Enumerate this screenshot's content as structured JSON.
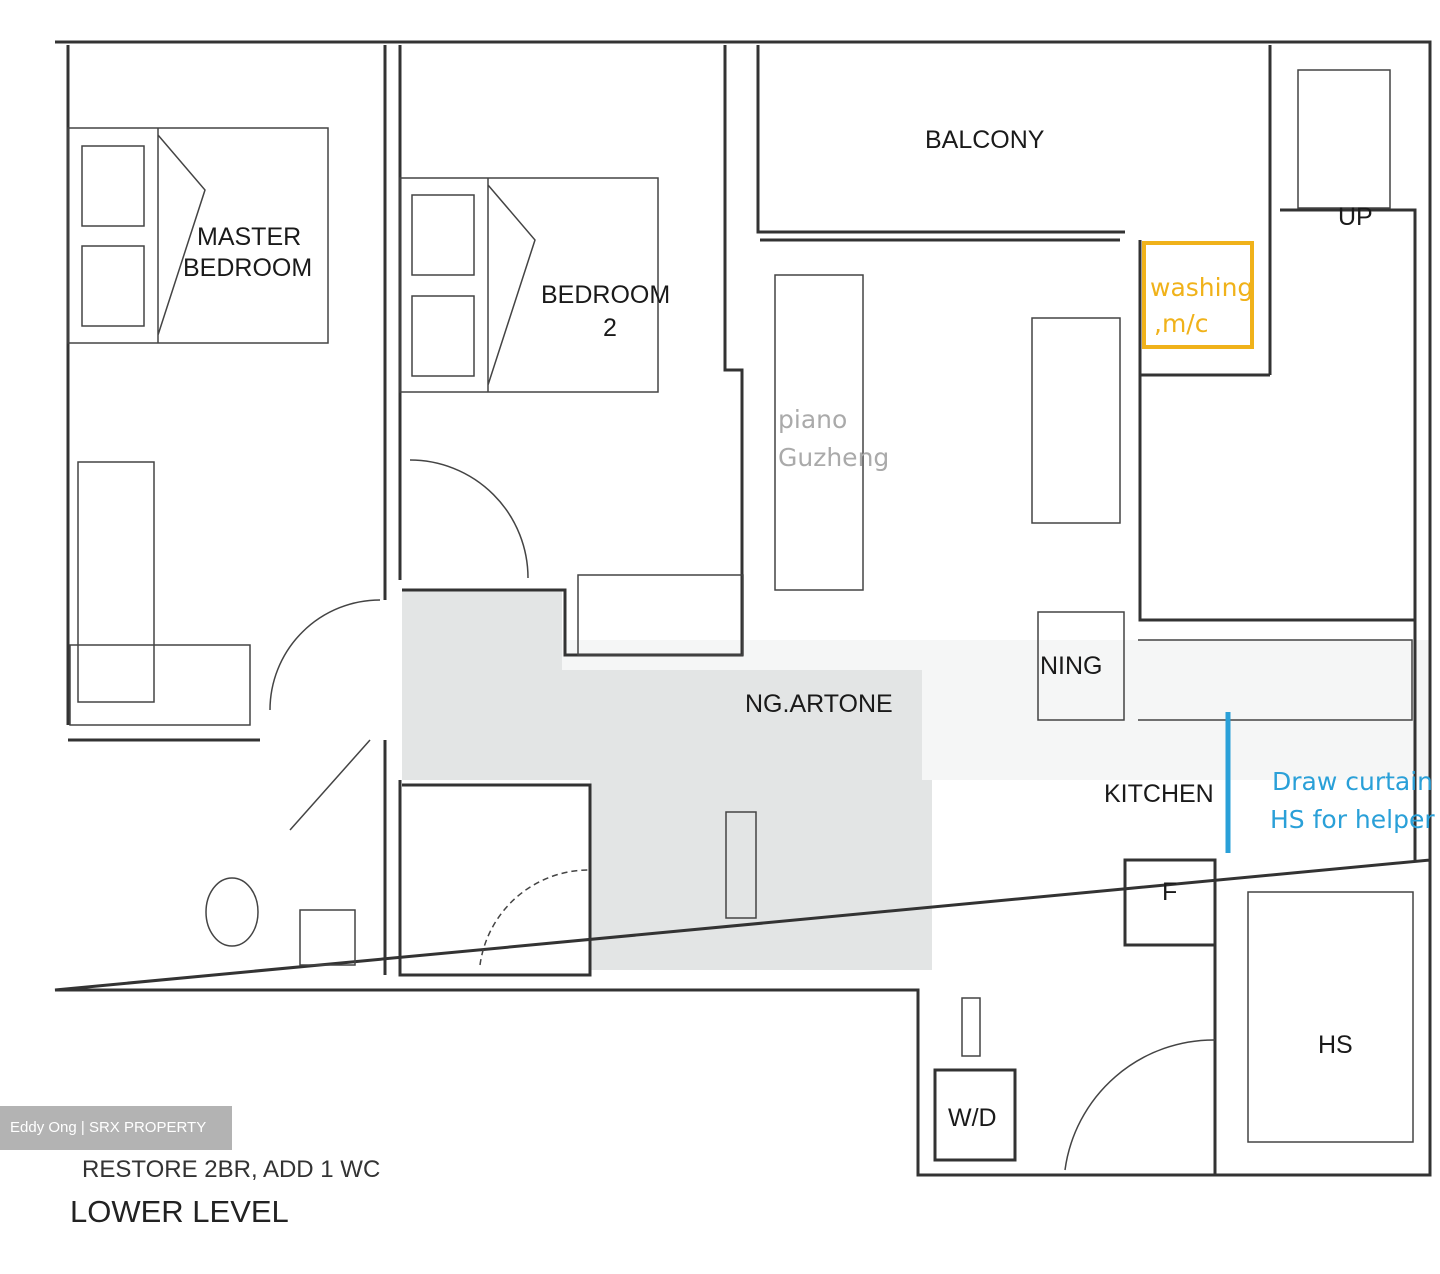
{
  "rooms": {
    "master_bedroom": [
      "MASTER",
      "BEDROOM"
    ],
    "bedroom2": [
      "BEDROOM",
      "2"
    ],
    "balcony": "BALCONY",
    "up": "UP",
    "dining": "NING",
    "kitchen": "KITCHEN",
    "fridge": "F",
    "hs": "HS",
    "wd": "W/D"
  },
  "annotations": {
    "washing": [
      "washing",
      ",m/c"
    ],
    "piano": [
      "piano",
      "Guzheng"
    ],
    "living_blurred": "NG.ARTONE",
    "curtain": [
      "Draw curtain",
      "HS for helper"
    ]
  },
  "colors": {
    "annotation_blue": "#2aa0d8",
    "washing_box": "#f0b21a",
    "shade": "#e3e5e5"
  },
  "footer": {
    "note": "RESTORE 2BR, ADD 1 WC",
    "level": "LOWER LEVEL"
  },
  "watermark": "Eddy Ong | SRX PROPERTY"
}
